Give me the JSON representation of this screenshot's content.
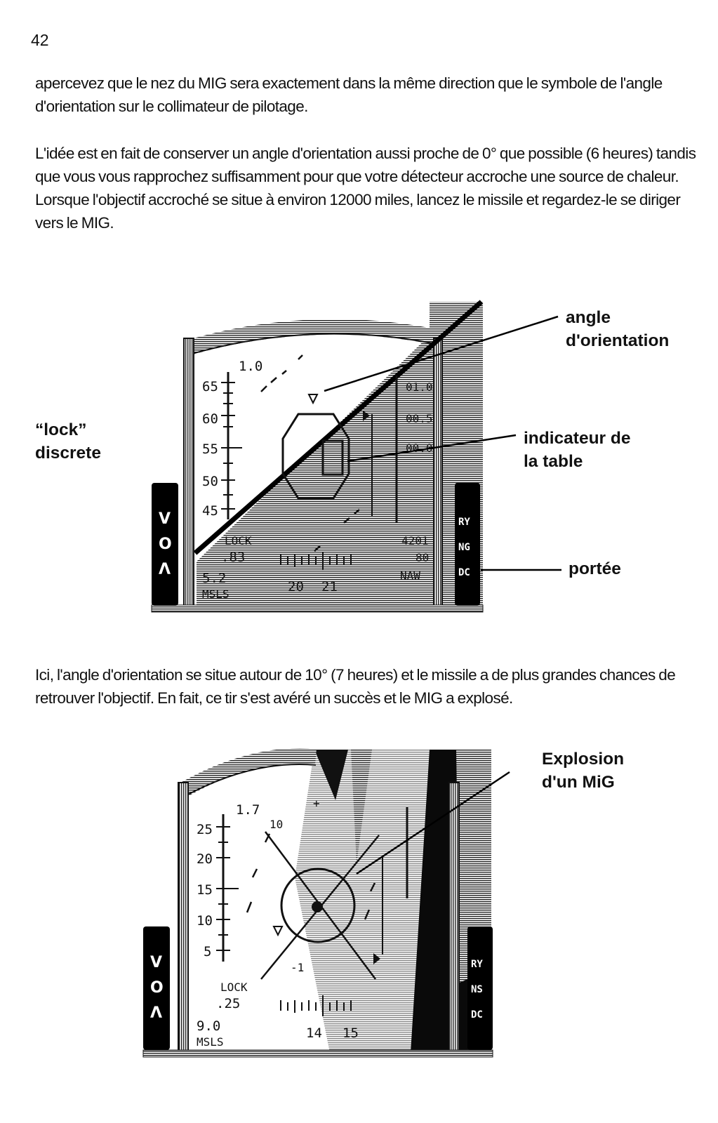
{
  "page": {
    "number": "42"
  },
  "paragraphs": [
    "apercevez que le nez du MIG sera exactement dans la même direction que le symbole de l'angle d'orientation sur le collimateur de pilotage.",
    "L'idée est en fait de conserver un angle d'orientation aussi proche de 0° que possible (6 heures) tandis que vous vous rapprochez suffisamment pour que votre détecteur accroche une source de chaleur. Lorsque l'objectif accroché se situe à environ 12000 miles, lancez le missile et regardez-le se diriger vers le MIG.",
    "Ici, l'angle d'orientation se situe autour de 10° (7 heures) et le missile a de plus grandes chances de retrouver l'objectif. En fait, ce tir s'est avéré un succès et le MIG a explosé."
  ],
  "figure1": {
    "labels": {
      "angle": "angle\nd'orientation",
      "lock": "“lock”\ndiscrete",
      "table": "indicateur de\nla table",
      "portee": "portée"
    },
    "hud": {
      "top_value": "1.0",
      "speed_ticks": [
        "65",
        "60",
        "55",
        "50",
        "45"
      ],
      "pitch_ticks": [
        "01.0",
        "00.5",
        "00.0"
      ],
      "lock": "LOCK",
      "lock_value": ".83",
      "range_value": "5.2",
      "msls": "MSLS",
      "heading_ticks": [
        "20",
        "21"
      ],
      "right_code": "4201",
      "right_value": "80",
      "right_mode": "NAW",
      "left_panel": [
        "V",
        "O",
        "Λ"
      ],
      "right_panel": [
        "RY",
        "NG",
        "DC"
      ]
    }
  },
  "figure2": {
    "labels": {
      "explosion": "Explosion\nd'un MiG"
    },
    "hud": {
      "top_value": "1.7",
      "top_small": "10",
      "speed_ticks": [
        "25",
        "20",
        "15",
        "10",
        "5"
      ],
      "side_value": "-1",
      "lock": "LOCK",
      "lock_value": ".25",
      "range_value": "9.0",
      "msls": "MSLS",
      "heading_ticks": [
        "14",
        "15"
      ],
      "left_panel": [
        "V",
        "O",
        "Λ"
      ],
      "right_panel": [
        "RY",
        "NS",
        "DC"
      ]
    }
  }
}
